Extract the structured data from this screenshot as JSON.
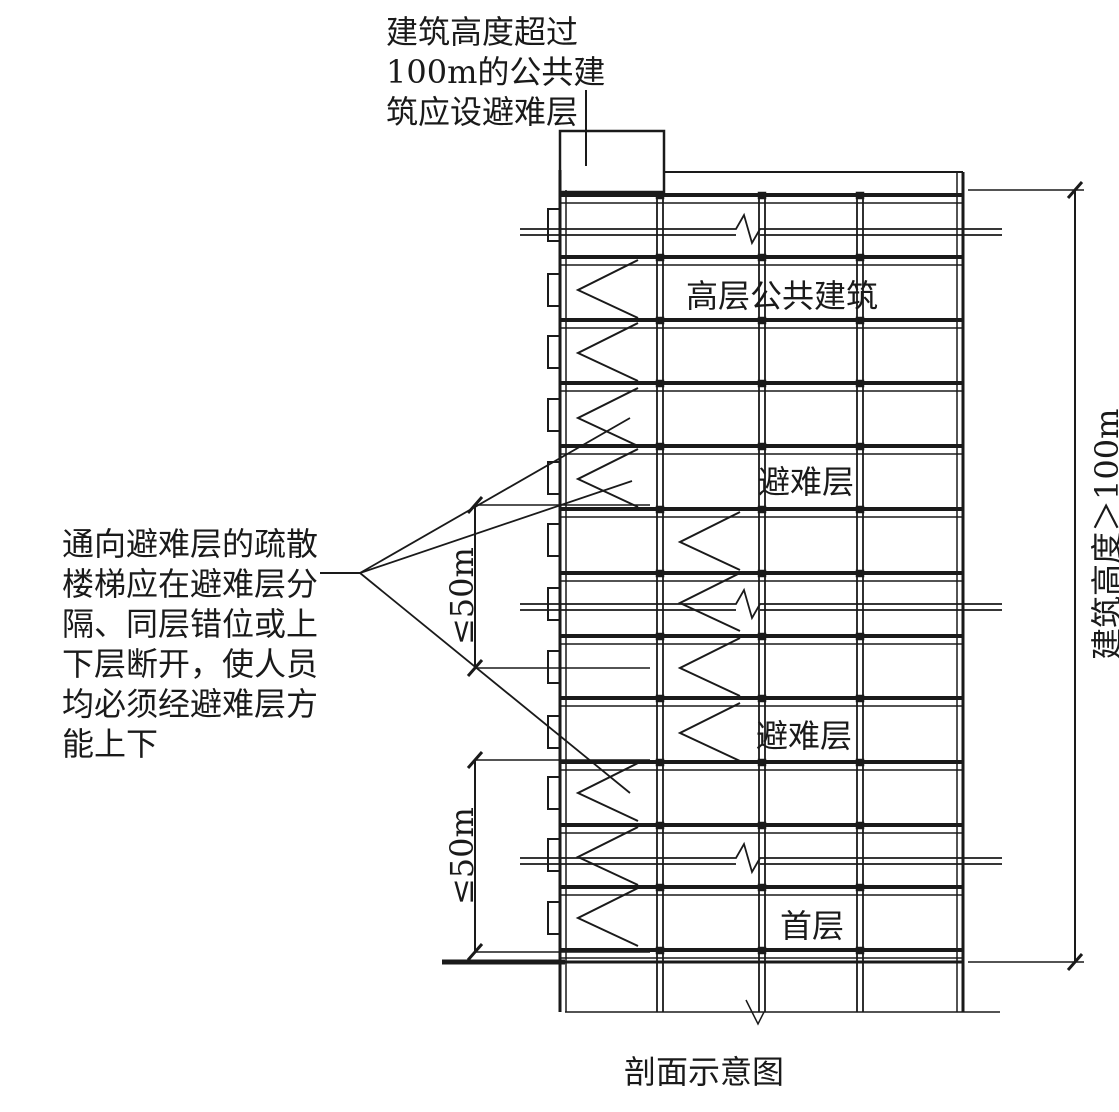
{
  "labels": {
    "top_note": [
      "建筑高度超过",
      "100m的公共建",
      "筑应设避难层"
    ],
    "left_note": [
      "通向避难层的疏散",
      "楼梯应在避难层分",
      "隔、同层错位或上",
      "下层断开，使人员",
      "均必须经避难层方",
      "能上下"
    ],
    "building_caption": "高层公共建筑",
    "refuge_floor_upper": "避难层",
    "refuge_floor_lower": "避难层",
    "ground_floor": "首层",
    "height_dimension": "建筑高度＞100m",
    "spacing_upper": "≤50m",
    "spacing_lower": "≤50m",
    "figure_caption": "剖面示意图"
  },
  "colors": {
    "line": "#1a1a1a",
    "background": "#ffffff"
  }
}
